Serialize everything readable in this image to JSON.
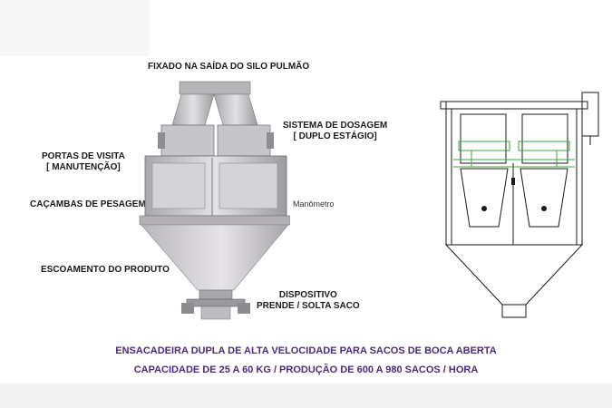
{
  "labels": {
    "top_note": "FIXADO NA SAÍDA DO SILO PULMÃO",
    "dosing_line1": "SISTEMA DE DOSAGEM",
    "dosing_line2": "[ DUPLO ESTÁGIO]",
    "visit_line1": "PORTAS DE VISITA",
    "visit_line2": "[ MANUTENÇÃO]",
    "weighing": "CAÇAMBAS DE PESAGEM",
    "manometer": "Manômetro",
    "outflow": "ESCOAMENTO DO PRODUTO",
    "device_line1": "DISPOSITIVO",
    "device_line2": "PRENDE / SOLTA SACO"
  },
  "captions": {
    "line1": "ENSACADEIRA DUPLA DE ALTA VELOCIDADE PARA SACOS DE BOCA ABERTA",
    "line2": "CAPACIDADE DE 25 A 60 KG / PRODUÇÃO DE 600 A 980 SACOS / HORA"
  },
  "colors": {
    "caption": "#4a2a7a",
    "machine_body": "#c9c9cc",
    "schematic_line": "#1a1a1a",
    "schematic_green": "#3aa83a"
  }
}
